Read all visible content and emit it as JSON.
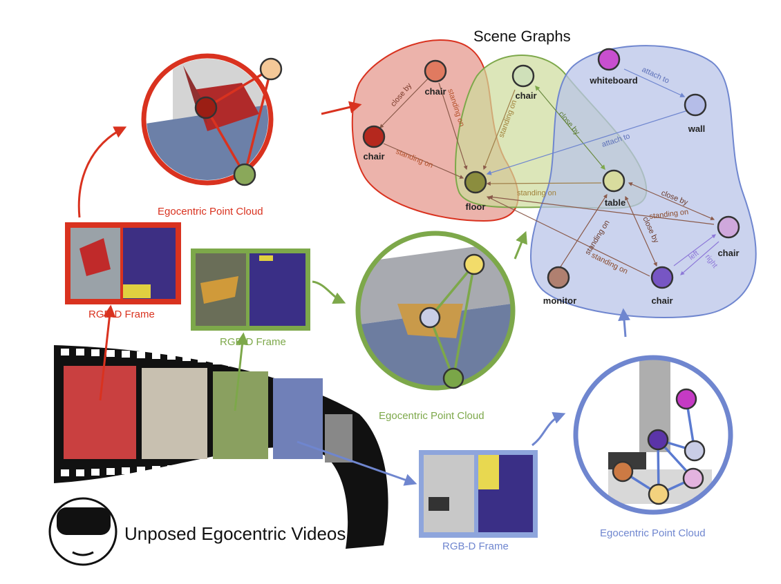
{
  "title": "Scene Graphs",
  "footer": "Unposed Egocentric Videos",
  "colors": {
    "red": "#d9321f",
    "green": "#7da84a",
    "blue": "#6f86cf",
    "red_fill": "#e69a8f",
    "green_fill": "#cddc9b",
    "blue_fill": "#b9c4e8"
  },
  "captions": {
    "point_cloud_red": "Egocentric Point Cloud",
    "point_cloud_green": "Egocentric Point Cloud",
    "point_cloud_blue": "Egocentric Point Cloud",
    "rgbd_red": "RGB-D Frame",
    "rgbd_green": "RGB-D Frame",
    "rgbd_blue": "RGB-D Frame"
  },
  "nodes": {
    "chair_red_top": "chair",
    "chair_red_left": "chair",
    "chair_green": "chair",
    "floor": "floor",
    "whiteboard": "whiteboard",
    "wall": "wall",
    "table": "table",
    "chair_blue_right": "chair",
    "chair_blue_bottom": "chair",
    "monitor": "monitor"
  },
  "edges": {
    "close_by_red": "close by",
    "standing_on_red_1": "standing on",
    "standing_on_red_2": "standing on",
    "standing_on_green": "standing on",
    "close_by_green": "close by",
    "attach_to_1": "attach to",
    "attach_to_2": "attach to",
    "standing_on_table": "standing on",
    "close_by_table_chair": "close by",
    "standing_on_chair_floor": "standing on",
    "standing_on_monitor": "standing on",
    "close_by_table_bottom": "close by",
    "standing_on_bottom": "standing on",
    "left": "left",
    "right": "right"
  }
}
